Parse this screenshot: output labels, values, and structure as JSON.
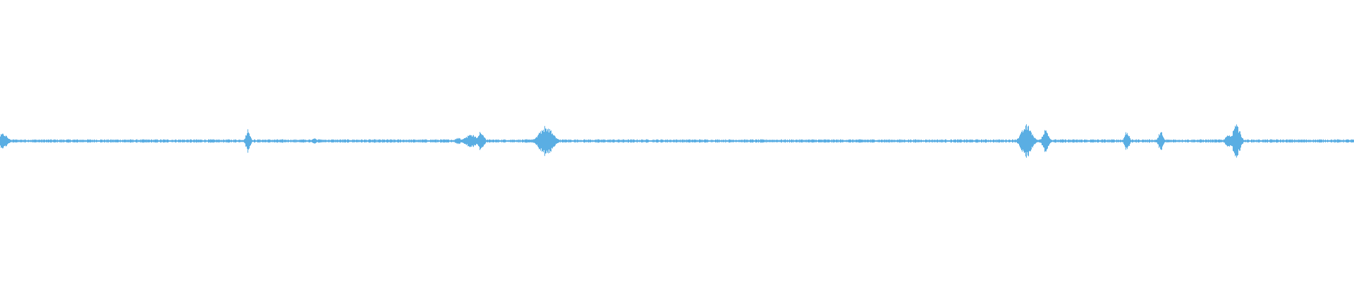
{
  "waveform": {
    "color": "#5aaee3",
    "background": "#ffffff",
    "baseline_amplitude": 0.012,
    "bursts": [
      {
        "center": 0.002,
        "peak": 0.055,
        "width": 0.003
      },
      {
        "center": 0.183,
        "peak": 0.09,
        "width": 0.0015
      },
      {
        "center": 0.232,
        "peak": 0.02,
        "width": 0.002
      },
      {
        "center": 0.338,
        "peak": 0.025,
        "width": 0.002
      },
      {
        "center": 0.348,
        "peak": 0.05,
        "width": 0.004
      },
      {
        "center": 0.355,
        "peak": 0.075,
        "width": 0.002
      },
      {
        "center": 0.403,
        "peak": 0.11,
        "width": 0.0045
      },
      {
        "center": 0.408,
        "peak": 0.05,
        "width": 0.002
      },
      {
        "center": 0.758,
        "peak": 0.12,
        "width": 0.0035
      },
      {
        "center": 0.772,
        "peak": 0.085,
        "width": 0.002
      },
      {
        "center": 0.832,
        "peak": 0.075,
        "width": 0.0015
      },
      {
        "center": 0.857,
        "peak": 0.075,
        "width": 0.0015
      },
      {
        "center": 0.907,
        "peak": 0.05,
        "width": 0.002
      },
      {
        "center": 0.913,
        "peak": 0.12,
        "width": 0.0025
      }
    ]
  }
}
